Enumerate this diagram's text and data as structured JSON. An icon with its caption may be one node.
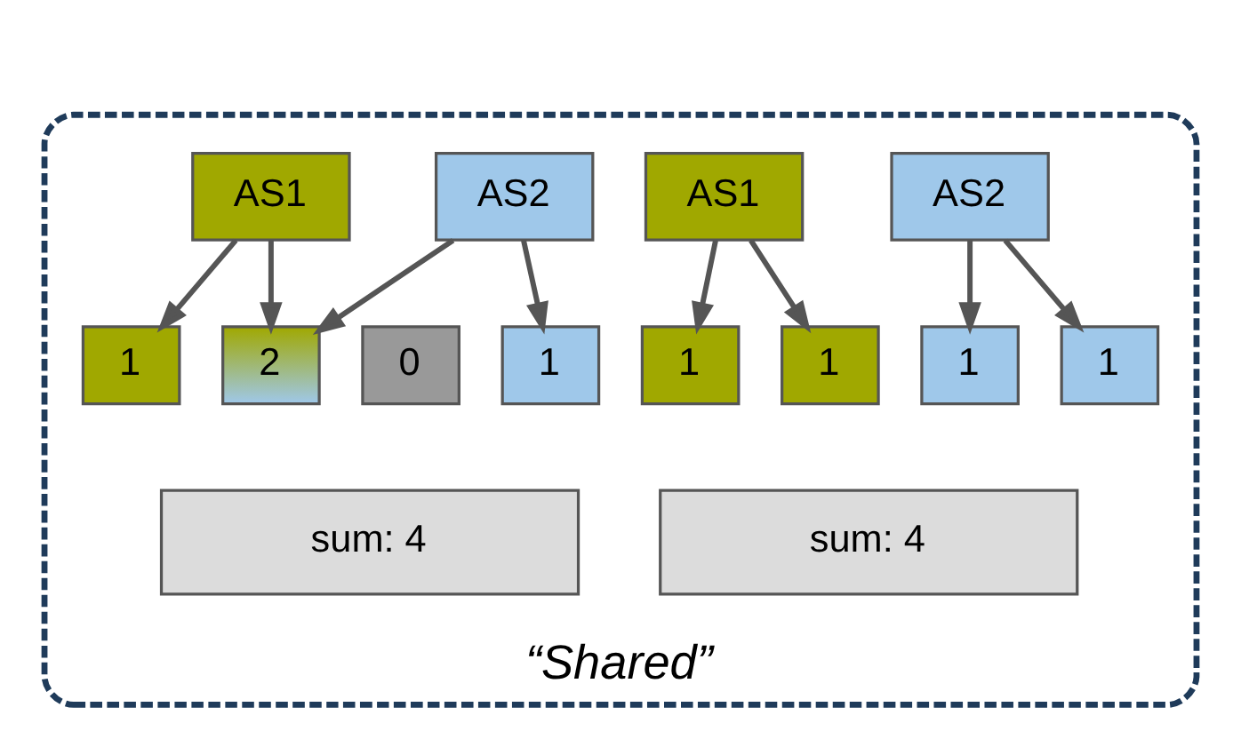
{
  "diagram": {
    "nodes": [
      {
        "text": [
          "“Shared”"
        ]
      },
      {
        "text": [
          "AS1"
        ],
        "in": 0
      },
      {
        "text": [
          "AS2"
        ],
        "in": 0
      },
      {
        "text": [
          "1"
        ],
        "in": 0
      },
      {
        "text": [
          "1"
        ],
        "in": 0
      },
      {
        "text": [
          "1"
        ],
        "in": 0
      },
      {
        "text": [
          "1"
        ],
        "in": 0
      },
      {
        "text": [
          "sum: 4"
        ],
        "in": 0
      },
      {
        "text": [
          "AS1"
        ],
        "in": 0
      },
      {
        "text": [
          "AS2"
        ],
        "in": 0
      },
      {
        "text": [
          "1"
        ],
        "in": 0
      },
      {
        "text": [
          "2"
        ],
        "in": 0
      },
      {
        "text": [
          "0"
        ],
        "in": 0
      },
      {
        "text": [
          "1"
        ],
        "in": 0
      },
      {
        "text": [
          "sum: 4"
        ],
        "in": 0
      }
    ],
    "edges": [
      {
        "from": 1,
        "to": 3,
        "arrow": "to"
      },
      {
        "from": 1,
        "to": 4,
        "arrow": "to"
      },
      {
        "from": 2,
        "to": 5,
        "arrow": "to"
      },
      {
        "from": 2,
        "to": 6,
        "arrow": "to"
      },
      {
        "from": 8,
        "to": 10,
        "arrow": "to"
      },
      {
        "from": 8,
        "to": 11,
        "arrow": "to"
      },
      {
        "from": 9,
        "to": 11,
        "arrow": "to"
      },
      {
        "from": 9,
        "to": 13,
        "arrow": "to"
      }
    ]
  }
}
